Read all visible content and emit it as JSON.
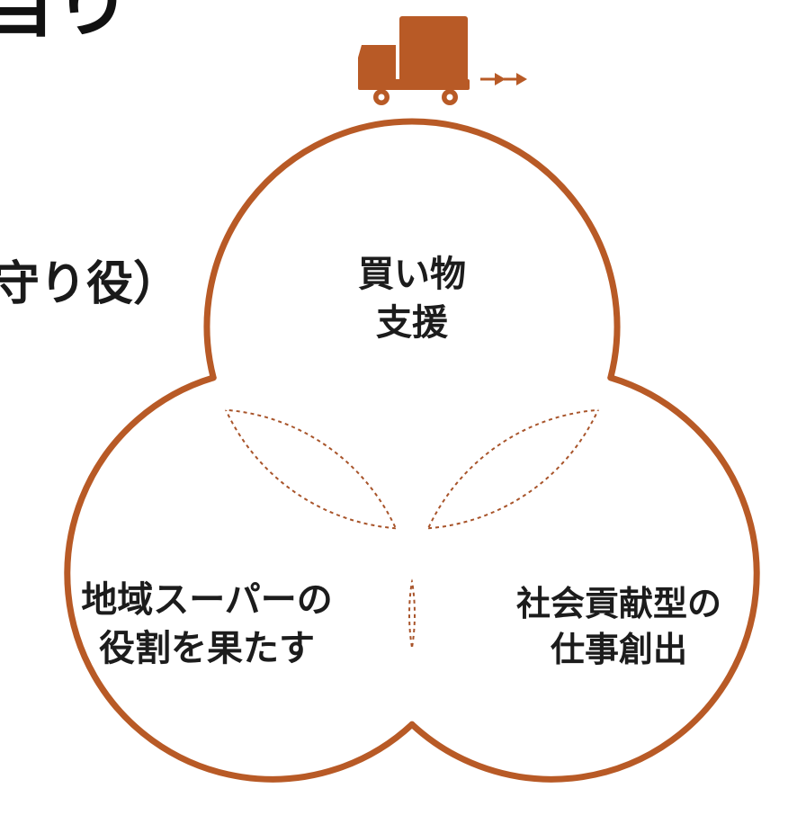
{
  "heading_fragment": "当り",
  "side_fragment": "守り役）",
  "circles": {
    "top": {
      "line1": "買い物",
      "line2": "支援"
    },
    "left": {
      "line1": "地域スーパーの",
      "line2": "役割を果たす"
    },
    "right": {
      "line1": "社会貢献型の",
      "line2": "仕事創出"
    }
  },
  "icons": {
    "truck": "delivery-truck-icon",
    "motion": "motion-arrows-icon"
  },
  "colors": {
    "accent": "#b85a26",
    "dashed": "#a8542a",
    "text": "#1c1c1c"
  }
}
